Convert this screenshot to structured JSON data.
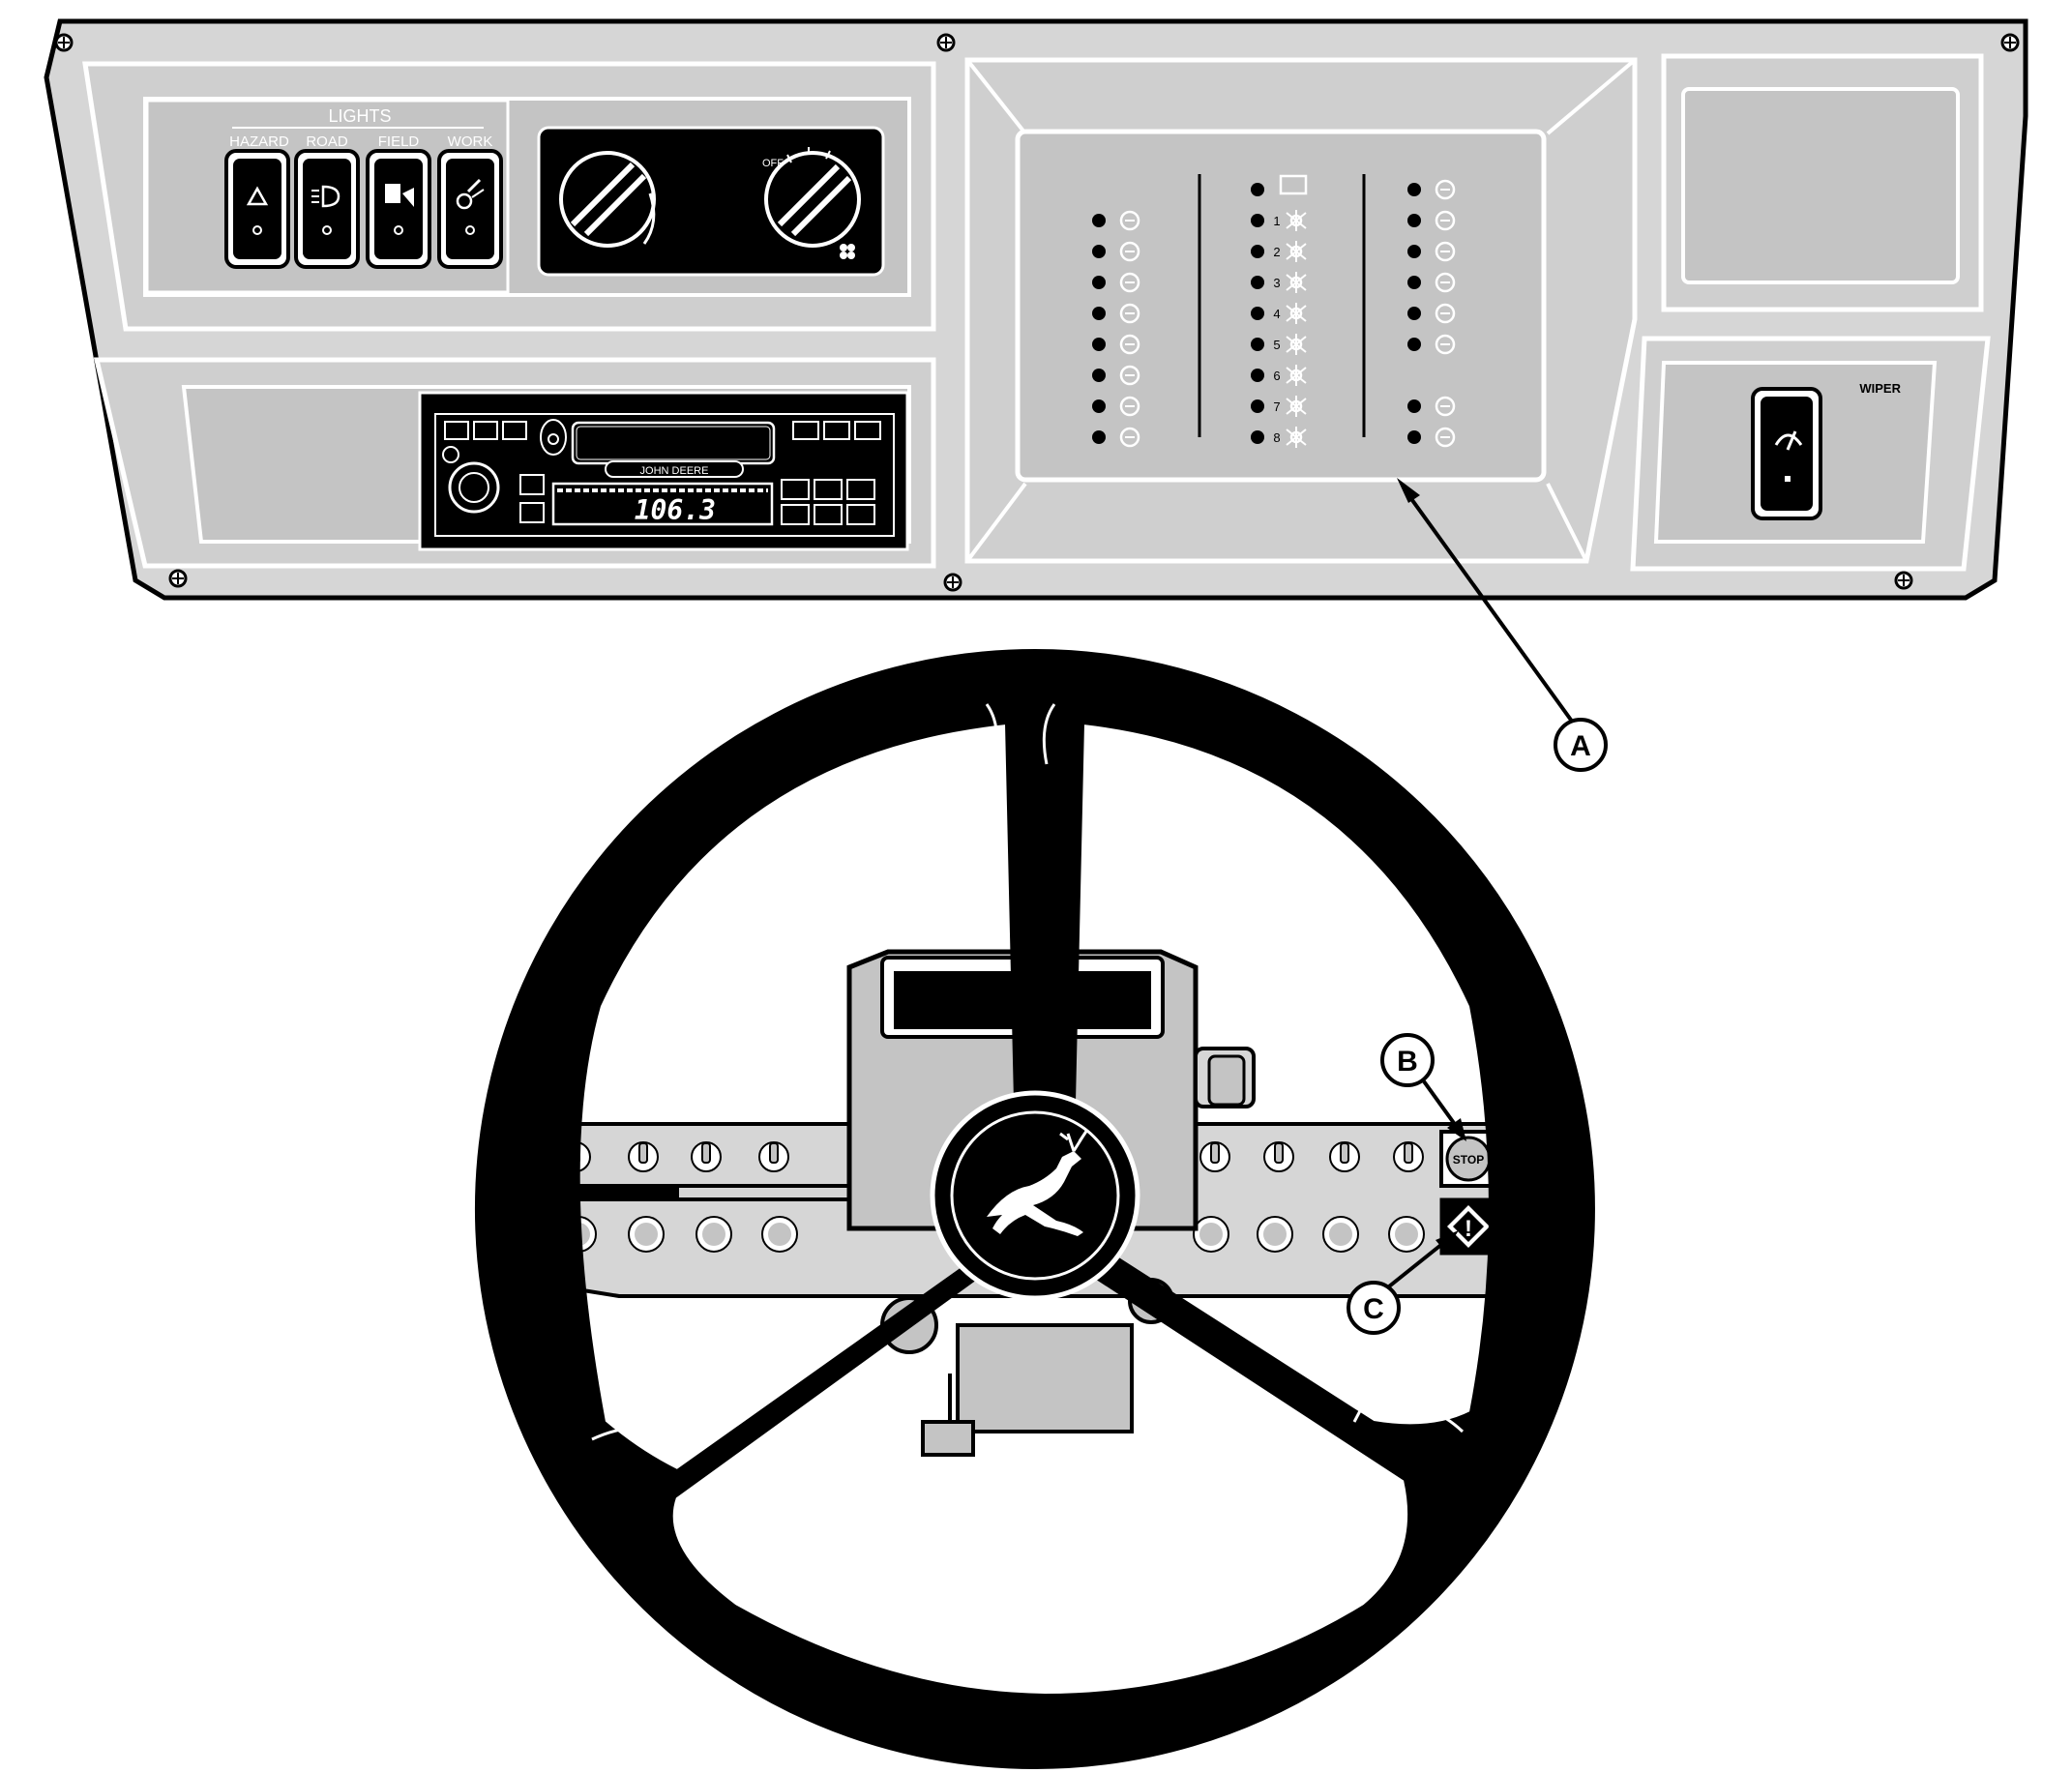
{
  "lights": {
    "title": "LIGHTS",
    "switches": [
      "HAZARD",
      "ROAD",
      "FIELD",
      "WORK"
    ]
  },
  "hvac": {
    "off_label": "OFF",
    "fan_icon": "fan-icon"
  },
  "radio": {
    "brand": "JOHN DEERE",
    "frequency": "106.3"
  },
  "indicators": {
    "column1_icons": [
      "parking-brake-icon",
      "hydraulic-filter-icon",
      "hydraulic-oil-icon",
      "fuel-icon",
      "air-filter-icon",
      "battery-icon",
      "oil-pressure-icon",
      "coolant-icon"
    ],
    "column2_numbers": [
      "1",
      "2",
      "3",
      "4",
      "5",
      "6",
      "7",
      "8"
    ],
    "column3_icons": [
      "grain-tank-icon",
      "chopper-icon",
      "engine-speed-icon",
      "feeder-icon",
      "gear-icon",
      "gear-icon",
      "operator-icon",
      "ok-icon"
    ]
  },
  "wiper": {
    "label": "WIPER"
  },
  "steering": {
    "stop_label": "STOP",
    "warning_glyph": "!"
  },
  "callouts": {
    "a": "A",
    "b": "B",
    "c": "C"
  },
  "colors": {
    "panel": "#d6d6d6",
    "panel_dark": "#c4c4c4",
    "black": "#000000",
    "display": "#ffffff"
  }
}
